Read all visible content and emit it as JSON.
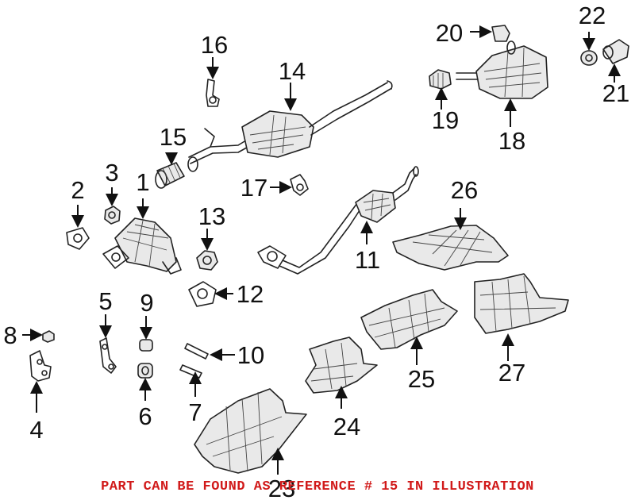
{
  "callouts": {
    "c1": "1",
    "c2": "2",
    "c3": "3",
    "c4": "4",
    "c5": "5",
    "c6": "6",
    "c7": "7",
    "c8": "8",
    "c9": "9",
    "c10": "10",
    "c11": "11",
    "c12": "12",
    "c13": "13",
    "c14": "14",
    "c15": "15",
    "c16": "16",
    "c17": "17",
    "c18": "18",
    "c19": "19",
    "c20": "20",
    "c21": "21",
    "c22": "22",
    "c23": "23",
    "c24": "24",
    "c25": "25",
    "c26": "26",
    "c27": "27"
  },
  "footnote": "PART CAN BE FOUND AS REFERENCE # 15 IN ILLUSTRATION",
  "colors": {
    "footnote": "#d11a1a",
    "line": "#222222",
    "part_fill": "#e9e9e9"
  }
}
